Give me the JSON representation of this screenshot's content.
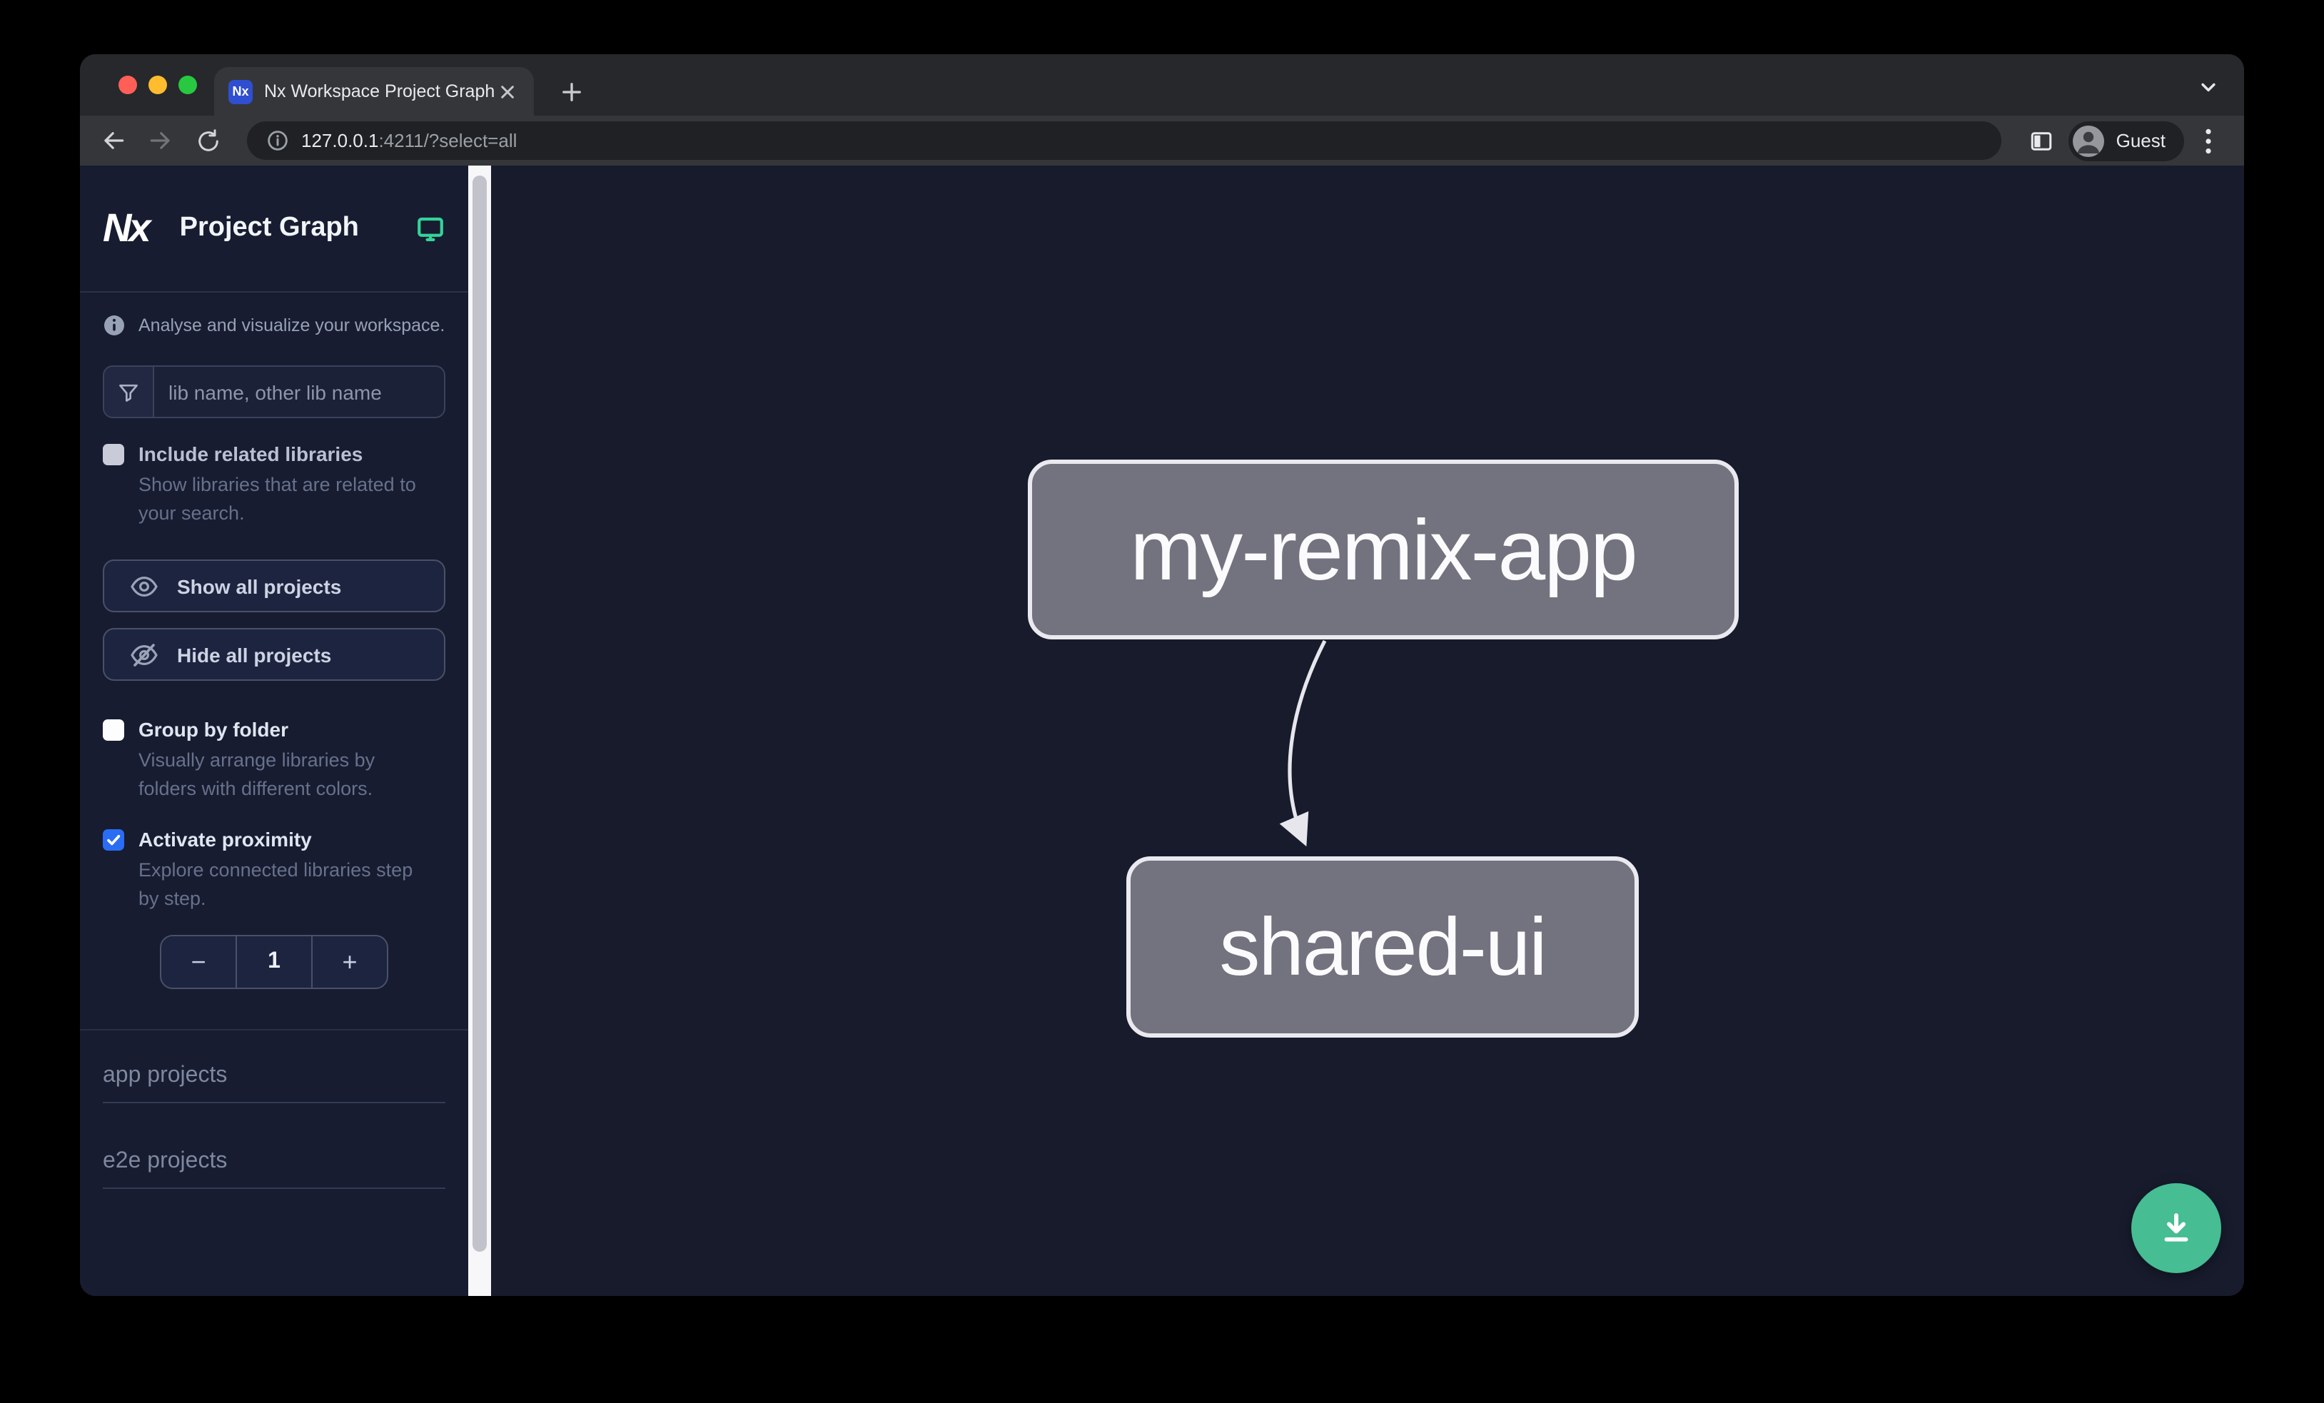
{
  "browser": {
    "tab": {
      "title": "Nx Workspace Project Graph",
      "favicon_text": "Nx"
    },
    "address": {
      "host": "127.0.0.1",
      "rest": ":4211/?select=all"
    },
    "profile_label": "Guest"
  },
  "sidebar": {
    "logo_text": "Nx",
    "app_title": "Project Graph",
    "tagline": "Analyse and visualize your workspace.",
    "filter": {
      "placeholder": "lib name, other lib name"
    },
    "include_related": {
      "label": "Include related libraries",
      "desc_line1": "Show libraries that are related to",
      "desc_line2": "your search.",
      "checked": false
    },
    "show_all_label": "Show all projects",
    "hide_all_label": "Hide all projects",
    "group_by_folder": {
      "label": "Group by folder",
      "desc_line1": "Visually arrange libraries by",
      "desc_line2": "folders with different colors.",
      "checked": false
    },
    "proximity": {
      "label": "Activate proximity",
      "desc_line1": "Explore connected libraries step",
      "desc_line2": "by step.",
      "checked": true,
      "decrement_label": "−",
      "value": "1",
      "increment_label": "+"
    },
    "sections": {
      "apps": "app projects",
      "e2e": "e2e projects"
    }
  },
  "graph": {
    "nodes": [
      {
        "label": "my-remix-app"
      },
      {
        "label": "shared-ui"
      }
    ],
    "edges": [
      {
        "from": "my-remix-app",
        "to": "shared-ui"
      }
    ]
  },
  "colors": {
    "accent_fab": "#46bd92",
    "monitor_icon": "#34d399",
    "checkbox_checked": "#2a6df4",
    "node_fill": "#72737f",
    "node_border": "#e9e9ef",
    "traffic_red": "#ff5f57",
    "traffic_yellow": "#febc2e",
    "traffic_green": "#28c840"
  }
}
